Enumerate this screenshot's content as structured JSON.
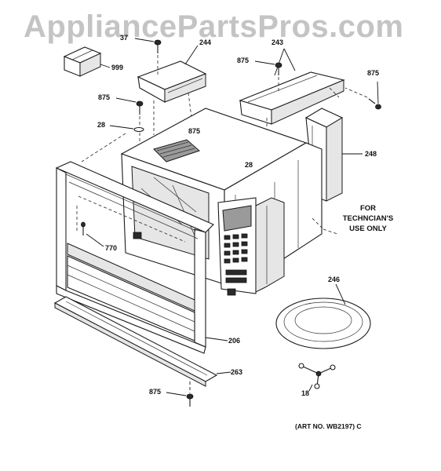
{
  "watermark": "AppliancePartsPros.com",
  "callouts": {
    "p37": "37",
    "p244": "244",
    "p999": "999",
    "p875_top_left": "875",
    "p28_left": "28",
    "p875_mid": "875",
    "p28_mid": "28",
    "p875_top_right": "875",
    "p243": "243",
    "p875_far_right": "875",
    "p248": "248",
    "p770": "770",
    "p246": "246",
    "p206": "206",
    "p263": "263",
    "p18": "18",
    "p875_bottom": "875"
  },
  "technician_note": {
    "line1": "FOR",
    "line2": "TECHNCIAN'S",
    "line3": "USE ONLY"
  },
  "art_number": "(ART NO. WB2197) C"
}
